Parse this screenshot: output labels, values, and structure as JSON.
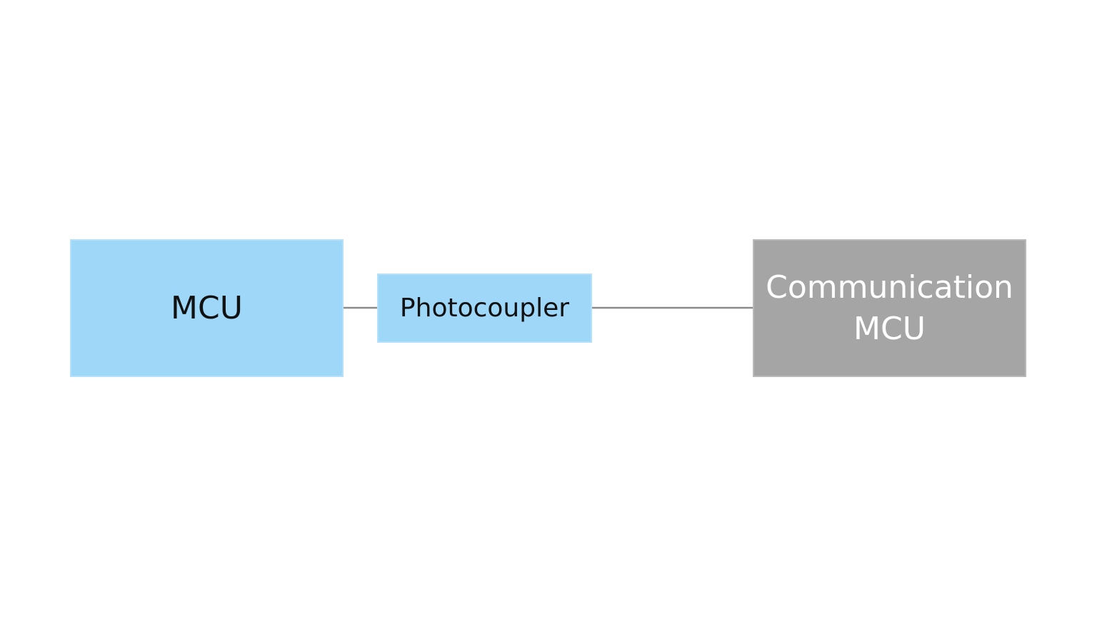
{
  "diagram": {
    "nodes": {
      "mcu": {
        "label": "MCU"
      },
      "photocoupler": {
        "label": "Photocoupler"
      },
      "comm_mcu": {
        "line1": "Communication",
        "line2": "MCU"
      }
    },
    "edges": [
      {
        "from": "mcu",
        "to": "photocoupler"
      },
      {
        "from": "photocoupler",
        "to": "comm_mcu"
      }
    ],
    "colors": {
      "block_fill": "#9ed7f8",
      "external_block_fill": "#a5a5a5",
      "connector": "#8c8c8c"
    }
  }
}
